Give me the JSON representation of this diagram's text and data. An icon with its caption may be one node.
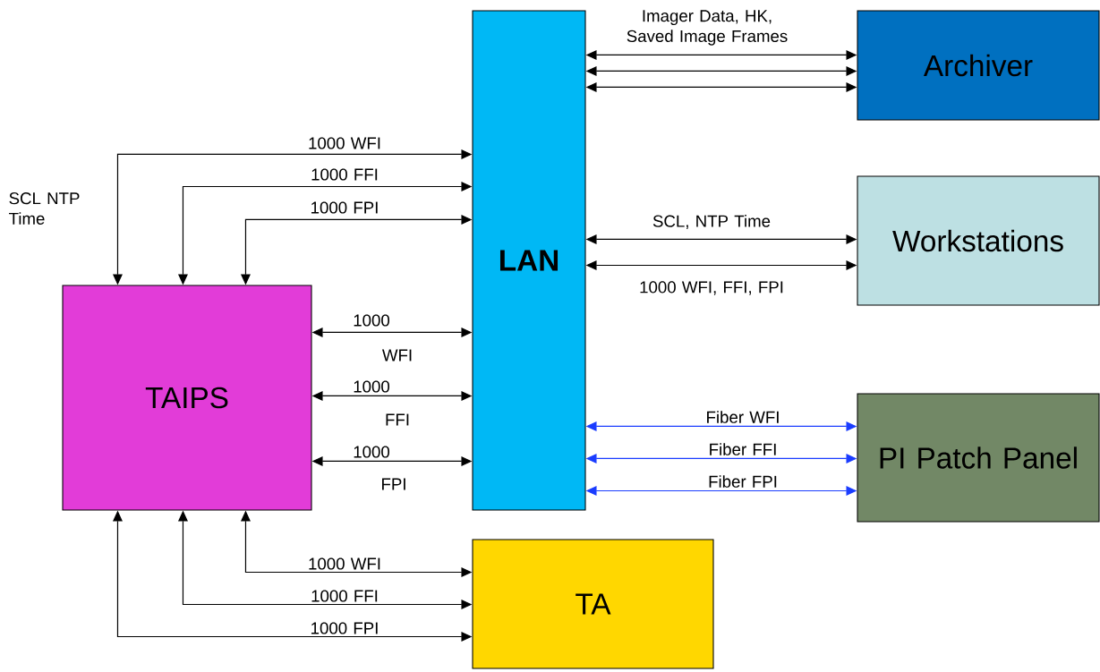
{
  "diagram": {
    "nodes": [
      {
        "text": [
          "LAN"
        ]
      },
      {
        "text": [
          "Archiver"
        ]
      },
      {
        "text": [
          "Workstations"
        ]
      },
      {
        "text": [
          "TAIPS"
        ]
      },
      {
        "text": [
          "PI Patch Panel"
        ]
      },
      {
        "text": [
          "TA"
        ]
      }
    ],
    "edges": [
      {
        "from": 3,
        "to": 0,
        "arrow": "both",
        "label": "1000 WFI"
      },
      {
        "from": 3,
        "to": 0,
        "arrow": "both",
        "label": "1000 FFI"
      },
      {
        "from": 3,
        "to": 0,
        "arrow": "both",
        "label": "1000 FPI"
      },
      {
        "from": 3,
        "to": 0,
        "arrow": "both",
        "label": "1000"
      },
      {
        "from": 3,
        "to": 0,
        "arrow": "both",
        "label": "1000"
      },
      {
        "from": 3,
        "to": 0,
        "arrow": "both",
        "label": "1000"
      },
      {
        "from": 3,
        "to": 5,
        "arrow": "both",
        "label": "1000 WFI"
      },
      {
        "from": 3,
        "to": 5,
        "arrow": "both",
        "label": "1000 FFI"
      },
      {
        "from": 3,
        "to": 5,
        "arrow": "both",
        "label": "1000 FPI"
      },
      {
        "from": 0,
        "to": 1,
        "arrow": "both",
        "label": "Imager Data, HK, Saved Image Frames"
      },
      {
        "from": 0,
        "to": 1,
        "arrow": "both"
      },
      {
        "from": 0,
        "to": 1,
        "arrow": "both"
      },
      {
        "from": 0,
        "to": 2,
        "arrow": "both",
        "label": "SCL, NTP Time"
      },
      {
        "from": 0,
        "to": 2,
        "arrow": "both",
        "label": "1000 WFI, FFI, FPI"
      },
      {
        "from": 0,
        "to": 4,
        "arrow": "both",
        "label": "Fiber WFI",
        "color": "#1a3cff"
      },
      {
        "from": 0,
        "to": 4,
        "arrow": "both",
        "label": "Fiber FFI",
        "color": "#1a3cff"
      },
      {
        "from": 0,
        "to": 4,
        "arrow": "both",
        "label": "Fiber FPI",
        "color": "#1a3cff"
      }
    ],
    "labels": [
      "SCL NTP Time",
      "WFI",
      "FFI",
      "FPI"
    ]
  }
}
